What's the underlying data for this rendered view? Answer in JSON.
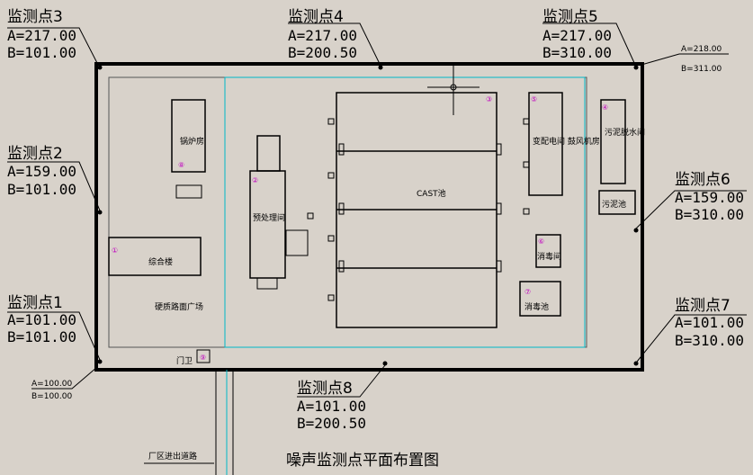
{
  "monitoring_points": [
    {
      "id": "p3",
      "name": "监测点3",
      "a": "A=217.00",
      "b": "B=101.00"
    },
    {
      "id": "p4",
      "name": "监测点4",
      "a": "A=217.00",
      "b": "B=200.50"
    },
    {
      "id": "p5",
      "name": "监测点5",
      "a": "A=217.00",
      "b": "B=310.00"
    },
    {
      "id": "p2",
      "name": "监测点2",
      "a": "A=159.00",
      "b": "B=101.00"
    },
    {
      "id": "p6",
      "name": "监测点6",
      "a": "A=159.00",
      "b": "B=310.00"
    },
    {
      "id": "p1",
      "name": "监测点1",
      "a": "A=101.00",
      "b": "B=101.00"
    },
    {
      "id": "p7",
      "name": "监测点7",
      "a": "A=101.00",
      "b": "B=310.00"
    },
    {
      "id": "p8",
      "name": "监测点8",
      "a": "A=101.00",
      "b": "B=200.50"
    }
  ],
  "corners": {
    "top_right": {
      "a": "A=218.00",
      "b": "B=311.00"
    },
    "bottom_left": {
      "a": "A=100.00",
      "b": "B=100.00"
    }
  },
  "buildings": {
    "boiler_room": "锅炉房",
    "office": "综合楼",
    "pretreat": "预处理间",
    "cast": "CAST池",
    "blower": "变配电间\n鼓风机房",
    "sludge_dewater": "污泥脱水间",
    "sludge_pool": "污泥池",
    "disinfect_room": "消毒间",
    "disinfect_pool": "消毒池",
    "gate": "门卫",
    "square": "硬质路面广场",
    "road": "厂区进出道路"
  },
  "markers": [
    "①",
    "②",
    "③",
    "④",
    "⑤",
    "⑥",
    "⑦",
    "⑧",
    "⑨"
  ],
  "caption": "噪声监测点平面布置图"
}
